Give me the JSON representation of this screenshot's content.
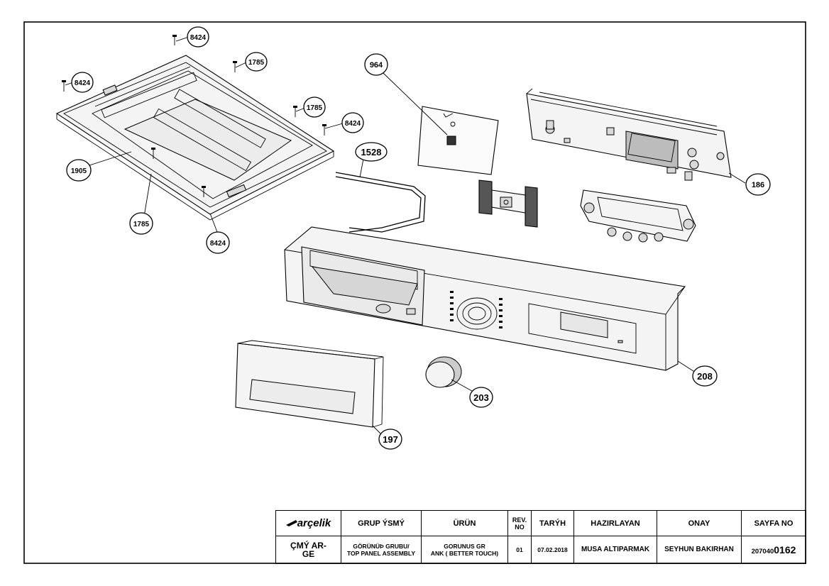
{
  "callouts": {
    "c964": "964",
    "c1528": "1528",
    "c186": "186",
    "c1905": "1905",
    "c1785_a": "1785",
    "c1785_b": "1785",
    "c1785_c": "1785",
    "c8424_a": "8424",
    "c8424_b": "8424",
    "c8424_c": "8424",
    "c8424_d": "8424",
    "c208": "208",
    "c203": "203",
    "c197": "197"
  },
  "title_block": {
    "logo": "arçelik",
    "logo_icon": "arcelik-swoosh-icon",
    "headers": {
      "group_name": "GRUP ÝSMÝ",
      "product": "ÜRÜN",
      "rev_no": "REV. NO",
      "date": "TARÝH",
      "prepared_by": "HAZIRLAYAN",
      "approval": "ONAY",
      "page_no": "SAYFA NO"
    },
    "values": {
      "drawing_name": "ÇMÝ AR-GE",
      "group_name_line1": "GÖRÜNÜÞ GRUBU/",
      "group_name_line2": "TOP PANEL ASSEMBLY",
      "product_line1": "GORUNUS GR",
      "product_line2": "ANK ( BETTER TOUCH)",
      "rev_no": "01",
      "date": "07.02.2018",
      "prepared_by": "MUSA ALTIPARMAK",
      "approval": "SEYHUN BAKIRHAN",
      "page_prefix": "207040",
      "page_number": "0162"
    }
  }
}
